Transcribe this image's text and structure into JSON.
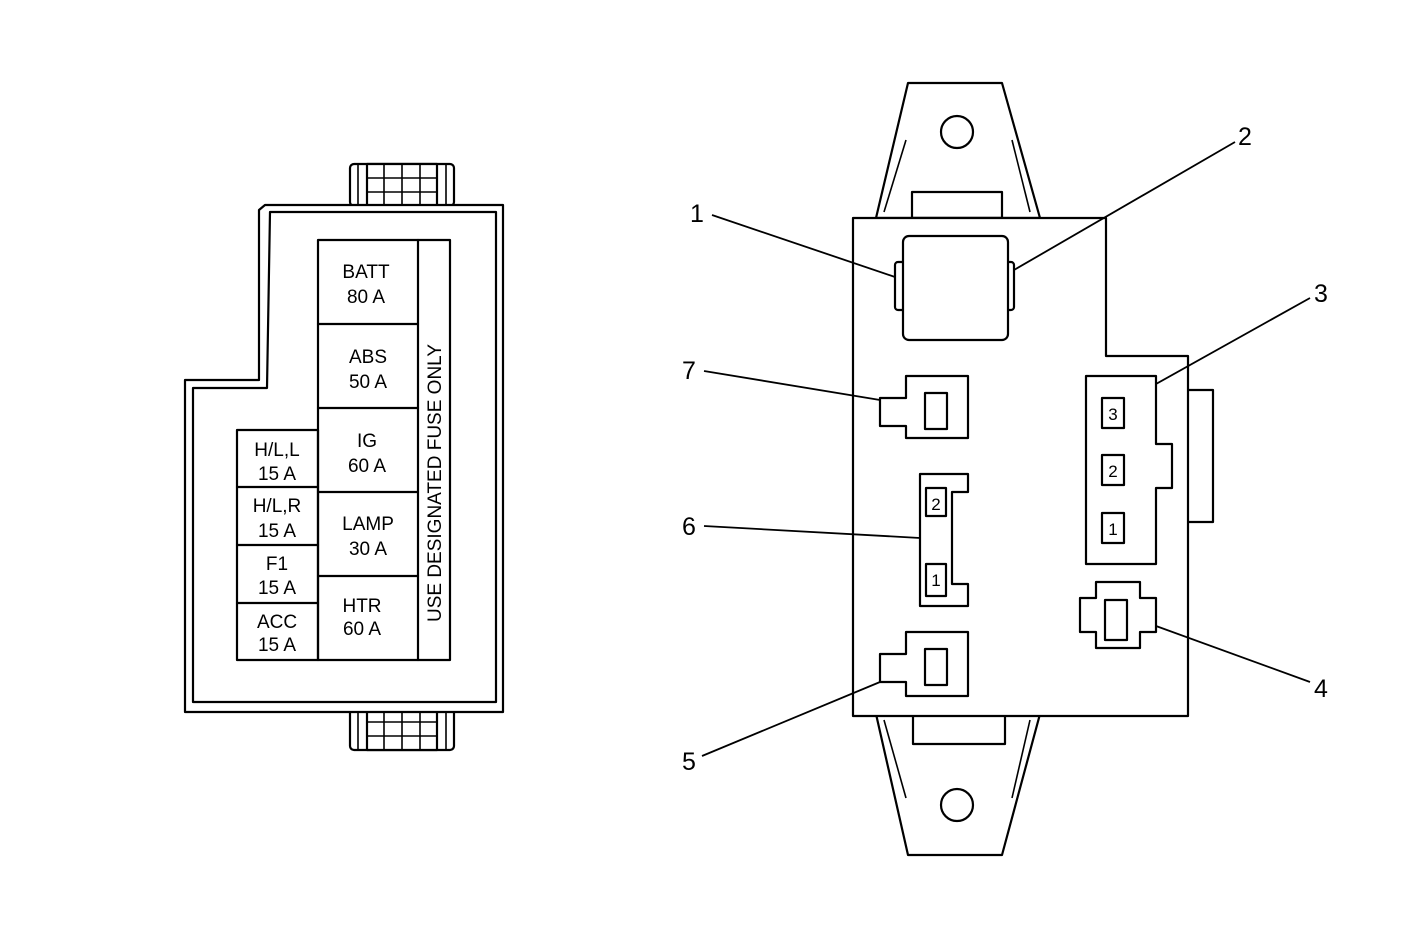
{
  "fuse_cover": {
    "large_fuses": [
      {
        "name": "BATT",
        "rating": "80 A"
      },
      {
        "name": "ABS",
        "rating": "50 A"
      },
      {
        "name": "IG",
        "rating": "60 A"
      },
      {
        "name": "LAMP",
        "rating": "30 A"
      },
      {
        "name": "HTR",
        "rating": "60 A"
      }
    ],
    "small_fuses": [
      {
        "name": "H/L,L",
        "rating": "15 A"
      },
      {
        "name": "H/L,R",
        "rating": "15 A"
      },
      {
        "name": "F1",
        "rating": "15 A"
      },
      {
        "name": "ACC",
        "rating": "15 A"
      }
    ],
    "warning": "USE DESIGNATED FUSE ONLY"
  },
  "fuse_block": {
    "callouts": [
      "1",
      "2",
      "3",
      "4",
      "5",
      "6",
      "7"
    ],
    "connector_3_pins": [
      "3",
      "2",
      "1"
    ],
    "connector_6_pins": [
      "2",
      "1"
    ]
  }
}
